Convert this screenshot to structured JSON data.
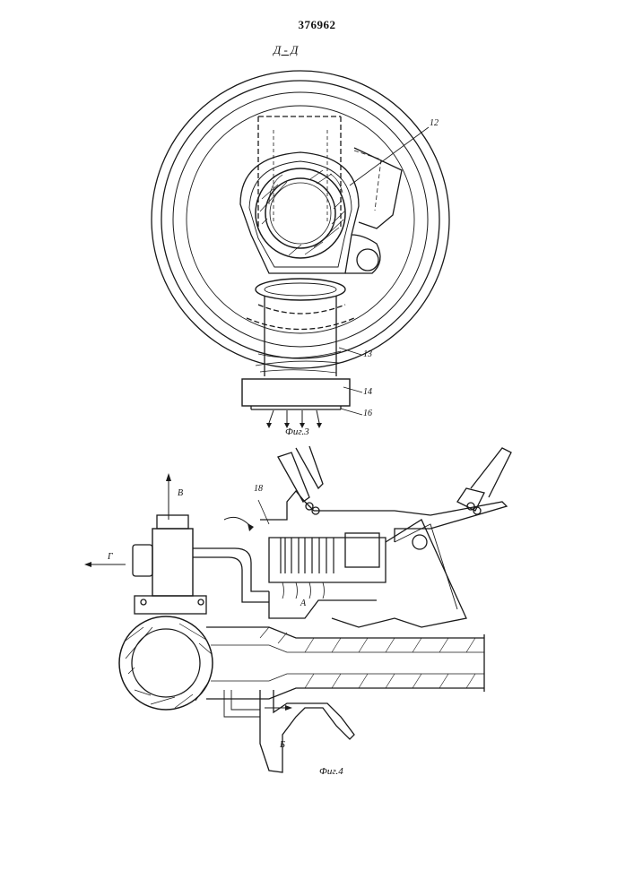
{
  "document": {
    "patent_number": "376962",
    "section_label": "Д - Д"
  },
  "figure3": {
    "caption": "Фиг.3",
    "labels": {
      "l12": "12",
      "l13": "13",
      "l14": "14",
      "l16": "16"
    }
  },
  "figure4": {
    "caption": "Фиг.4",
    "labels": {
      "l18": "18",
      "lA": "А",
      "lB": "Б",
      "lV": "В",
      "lG": "Г"
    }
  }
}
